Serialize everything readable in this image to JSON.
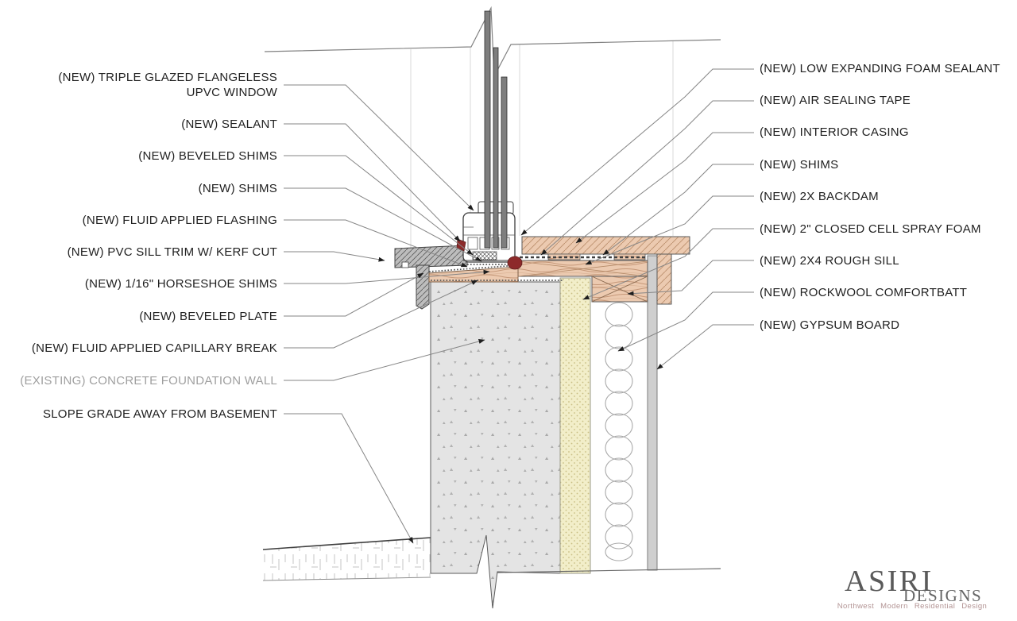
{
  "drawing": {
    "type": "construction-detail-section",
    "subject": "window sill at existing concrete foundation wall",
    "parts": [
      "upvc-window-frame",
      "triple-glazing",
      "pvc-sill-trim",
      "beveled-plate",
      "concrete-foundation-wall",
      "spray-foam-layer",
      "rockwool-batt",
      "gypsum-board",
      "interior-casing",
      "casing-apron",
      "rough-sill",
      "rough-sill-blocking",
      "shim-blocks",
      "air-sealing-tape",
      "fluid-applied-flashing",
      "capillary-break",
      "sealant",
      "grade",
      "earth-hatch"
    ]
  },
  "annotations": {
    "left": [
      {
        "text": "(NEW) TRIPLE GLAZED FLANGELESS",
        "text2": "UPVC WINDOW"
      },
      {
        "text": "(NEW) SEALANT"
      },
      {
        "text": "(NEW) BEVELED SHIMS"
      },
      {
        "text": "(NEW) SHIMS"
      },
      {
        "text": "(NEW) FLUID APPLIED FLASHING"
      },
      {
        "text": "(NEW) PVC SILL TRIM W/ KERF CUT"
      },
      {
        "text": "(NEW) 1/16\" HORSESHOE SHIMS"
      },
      {
        "text": "(NEW) BEVELED PLATE"
      },
      {
        "text": "(NEW) FLUID APPLIED CAPILLARY BREAK"
      },
      {
        "text": "(EXISTING) CONCRETE FOUNDATION WALL",
        "existing": true
      },
      {
        "text": "SLOPE GRADE AWAY FROM BASEMENT"
      }
    ],
    "right": [
      {
        "text": "(NEW) LOW EXPANDING FOAM SEALANT"
      },
      {
        "text": "(NEW) AIR SEALING TAPE"
      },
      {
        "text": "(NEW) INTERIOR CASING"
      },
      {
        "text": "(NEW) SHIMS"
      },
      {
        "text": "(NEW) 2X BACKDAM"
      },
      {
        "text": "(NEW) 2\" CLOSED CELL SPRAY FOAM"
      },
      {
        "text": "(NEW) 2X4 ROUGH SILL"
      },
      {
        "text": "(NEW) ROCKWOOL COMFORTBATT"
      },
      {
        "text": "(NEW) GYPSUM BOARD"
      }
    ]
  },
  "logo": {
    "brand": "ASIRI",
    "brand_suffix": "DESIGNS",
    "tagline": "Northwest Modern Residential Design"
  },
  "colors": {
    "label_text": "#212121",
    "existing_label_text": "#9f9f9f",
    "leader_line": "#868686",
    "wood_fill": "#eccab0",
    "wood_line": "#bc8f6d",
    "concrete_fill": "#e4e4e4",
    "spray_foam_fill": "#f2eec9",
    "gypsum_fill": "#cfcfcf",
    "pvc_trim_fill": "#bdbdbd",
    "sealant_red": "#8d2a2a",
    "logo_text": "#5a5a5a",
    "logo_tagline": "#b29393"
  }
}
